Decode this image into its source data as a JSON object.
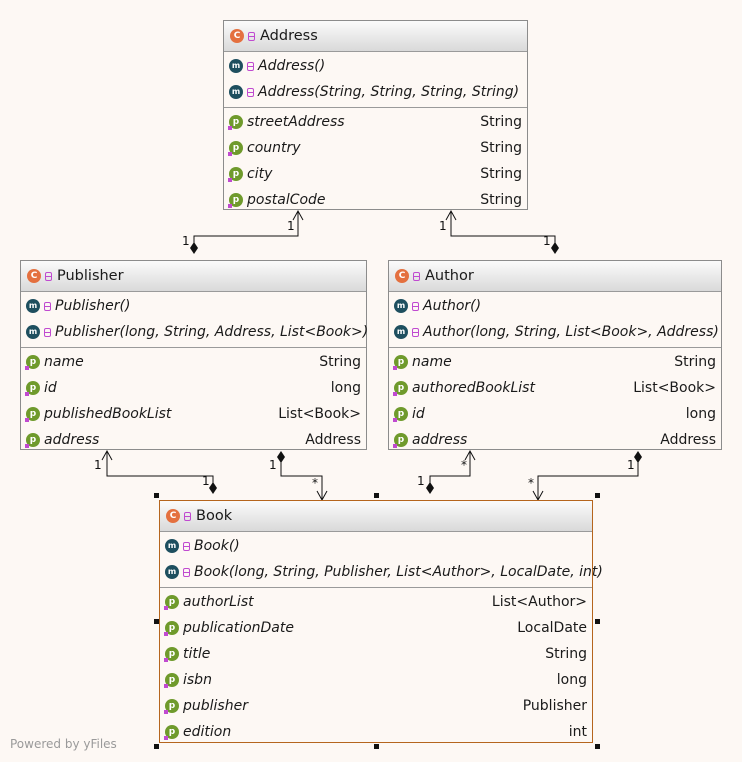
{
  "classes": {
    "address": {
      "name": "Address",
      "methods": [
        "Address()",
        "Address(String, String, String, String)"
      ],
      "fields": [
        {
          "name": "streetAddress",
          "type": "String"
        },
        {
          "name": "country",
          "type": "String"
        },
        {
          "name": "city",
          "type": "String"
        },
        {
          "name": "postalCode",
          "type": "String"
        }
      ]
    },
    "publisher": {
      "name": "Publisher",
      "methods": [
        "Publisher()",
        "Publisher(long, String, Address, List<Book>)"
      ],
      "fields": [
        {
          "name": "name",
          "type": "String"
        },
        {
          "name": "id",
          "type": "long"
        },
        {
          "name": "publishedBookList",
          "type": "List<Book>"
        },
        {
          "name": "address",
          "type": "Address"
        }
      ]
    },
    "author": {
      "name": "Author",
      "methods": [
        "Author()",
        "Author(long, String, List<Book>, Address)"
      ],
      "fields": [
        {
          "name": "name",
          "type": "String"
        },
        {
          "name": "authoredBookList",
          "type": "List<Book>"
        },
        {
          "name": "id",
          "type": "long"
        },
        {
          "name": "address",
          "type": "Address"
        }
      ]
    },
    "book": {
      "name": "Book",
      "methods": [
        "Book()",
        "Book(long, String, Publisher, List<Author>, LocalDate, int)"
      ],
      "fields": [
        {
          "name": "authorList",
          "type": "List<Author>"
        },
        {
          "name": "publicationDate",
          "type": "LocalDate"
        },
        {
          "name": "title",
          "type": "String"
        },
        {
          "name": "isbn",
          "type": "long"
        },
        {
          "name": "publisher",
          "type": "Publisher"
        },
        {
          "name": "edition",
          "type": "int"
        }
      ]
    }
  },
  "multiplicities": {
    "pub_addr_src": "1",
    "pub_addr_tgt": "1",
    "auth_addr_src": "1",
    "auth_addr_tgt": "1",
    "book_pub_src": "1",
    "book_pub_tgt": "1",
    "pub_book_src": "1",
    "pub_book_tgt": "*",
    "auth_book_src": "1",
    "auth_book_tgt": "*",
    "book_auth_src": "1",
    "book_auth_tgt": "*"
  },
  "icons": {
    "class_badge": "C",
    "method_badge": "m",
    "field_badge": "p"
  },
  "colors": {
    "class_badge": "#e4703f",
    "method_badge": "#1e4f5f",
    "field_badge": "#6f9a2c",
    "visibility": "#c04ad0",
    "selection_border": "#b5651d"
  },
  "footer": "Powered by yFiles"
}
